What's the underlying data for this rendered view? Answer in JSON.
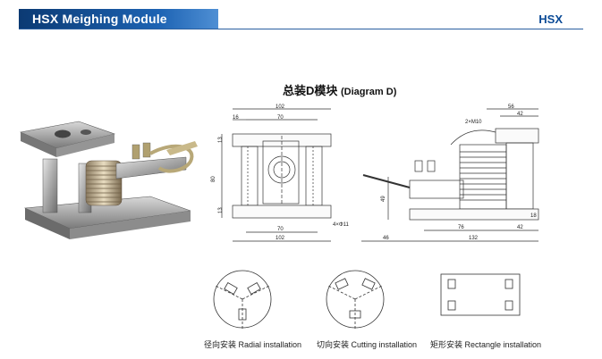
{
  "header": {
    "title": "HSX Meighing Module",
    "brand": "HSX"
  },
  "diagram": {
    "title_cn": "总装D模块",
    "title_en": "(Diagram D)"
  },
  "front_view": {
    "dim_top": "102",
    "dim_70_top": "70",
    "dim_16": "16",
    "dim_13_top": "13",
    "dim_80": "80",
    "dim_13_bottom": "13",
    "dim_70_bottom": "70",
    "dim_102_bottom": "102",
    "holes": "4×Φ11"
  },
  "side_view": {
    "dim_56": "56",
    "dim_42_top": "42",
    "thread": "2×M10",
    "dim_49": "49",
    "dim_18": "18",
    "dim_42_bottom": "42",
    "dim_76": "76",
    "dim_46": "46",
    "dim_132": "132"
  },
  "captions": {
    "radial": "径向安装 Radial installation",
    "cutting": "切向安装 Cutting installation",
    "rectangle": "矩形安装 Rectangle installation"
  }
}
